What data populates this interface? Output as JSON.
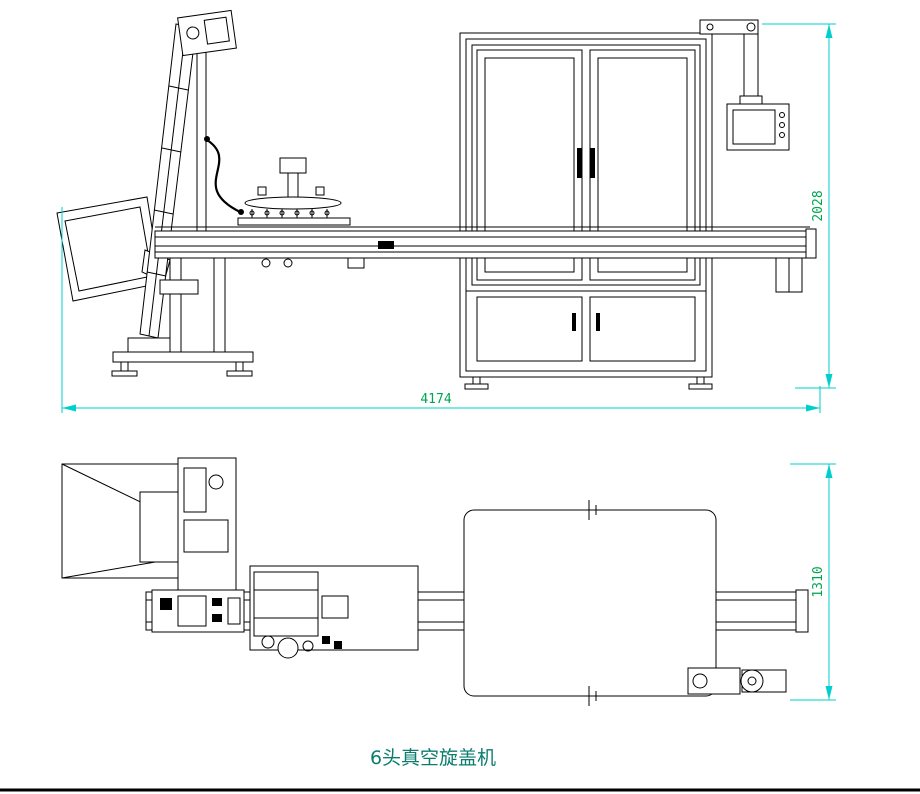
{
  "drawing": {
    "title": "6头真空旋盖机",
    "dimensions": {
      "overall_length": "4174",
      "overall_height": "2028",
      "overall_depth": "1310"
    },
    "colors": {
      "dimension_line": "#00cfcf",
      "dimension_text": "#00a651",
      "title_text": "#0b7d6e",
      "drawing_line": "#000000",
      "background": "#ffffff"
    }
  }
}
